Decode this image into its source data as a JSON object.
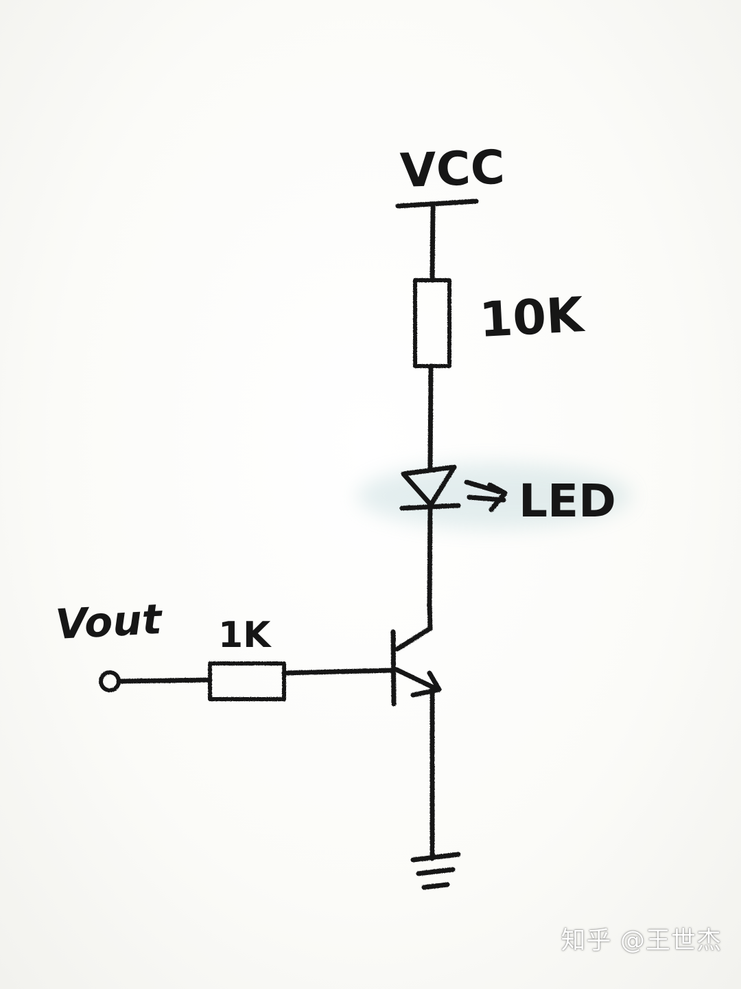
{
  "diagram": {
    "labels": {
      "vcc": "VCC",
      "r_collector": "10K",
      "led": "LED",
      "input": "Vout",
      "r_base": "1K"
    },
    "watermark": "知乎 @王世杰",
    "colors": {
      "ink": "#161616",
      "paper": "#fbfbf8",
      "led_glow": "#9fc4c8"
    }
  }
}
